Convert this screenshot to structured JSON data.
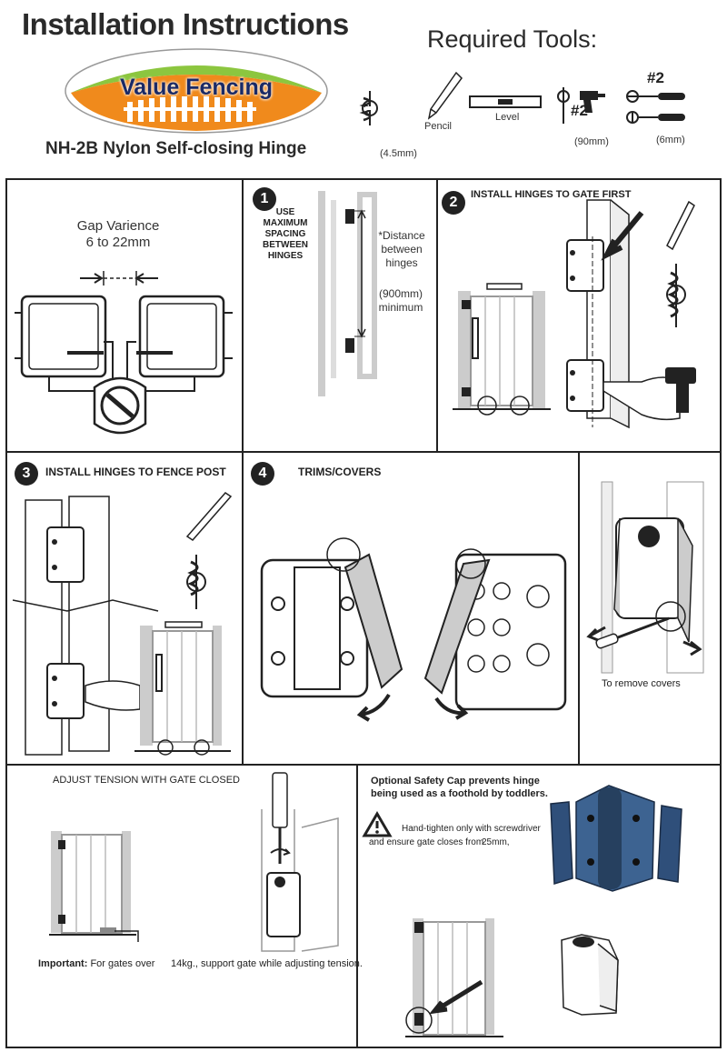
{
  "header": {
    "title": "Installation Instructions",
    "tools_title": "Required Tools:",
    "logo_text": "Value Fencing",
    "product_name": "NH-2B Nylon Self-closing Hinge"
  },
  "tools": [
    {
      "name": "drill-bit",
      "label": "(4.5mm)"
    },
    {
      "name": "pencil",
      "label": "Pencil"
    },
    {
      "name": "level",
      "label": "Level"
    },
    {
      "name": "drill",
      "badge": "#2",
      "label": "(90mm)"
    },
    {
      "name": "screwdrivers",
      "badge": "#2",
      "label": "(6mm)"
    }
  ],
  "panels": {
    "gap": {
      "title": "Gap Varience",
      "range": "6 to 22mm"
    },
    "step1": {
      "number": "1",
      "label": "USE MAXIMUM SPACING BETWEEN HINGES",
      "distance_label": "*Distance between hinges",
      "min_value": "(900mm) minimum"
    },
    "step2": {
      "number": "2",
      "heading": "INSTALL HINGES TO GATE FIRST"
    },
    "step3": {
      "number": "3",
      "heading": "INSTALL HINGES TO FENCE POST"
    },
    "step4": {
      "number": "4",
      "heading": "TRIMS/COVERS",
      "remove_label": "To remove covers"
    },
    "tension": {
      "heading": "ADJUST TENSION WITH GATE CLOSED",
      "important_prefix": "Important:",
      "important_text_a": "For gates over",
      "important_text_b": "14kg., support gate while adjusting tension."
    },
    "safety": {
      "heading_line1": "Optional Safety Cap prevents hinge",
      "heading_line2": "being used as a foothold by toddlers.",
      "warn_line1": "Hand-tighten only with screwdriver",
      "warn_line2": "and ensure gate closes from",
      "warn_value": "25mm,"
    }
  },
  "colors": {
    "logo_orange": "#f08a1c",
    "logo_green": "#8cc63f",
    "ink": "#222222",
    "gate_gray": "#c8c8c8",
    "cap_blue": "#2f4f7a"
  }
}
